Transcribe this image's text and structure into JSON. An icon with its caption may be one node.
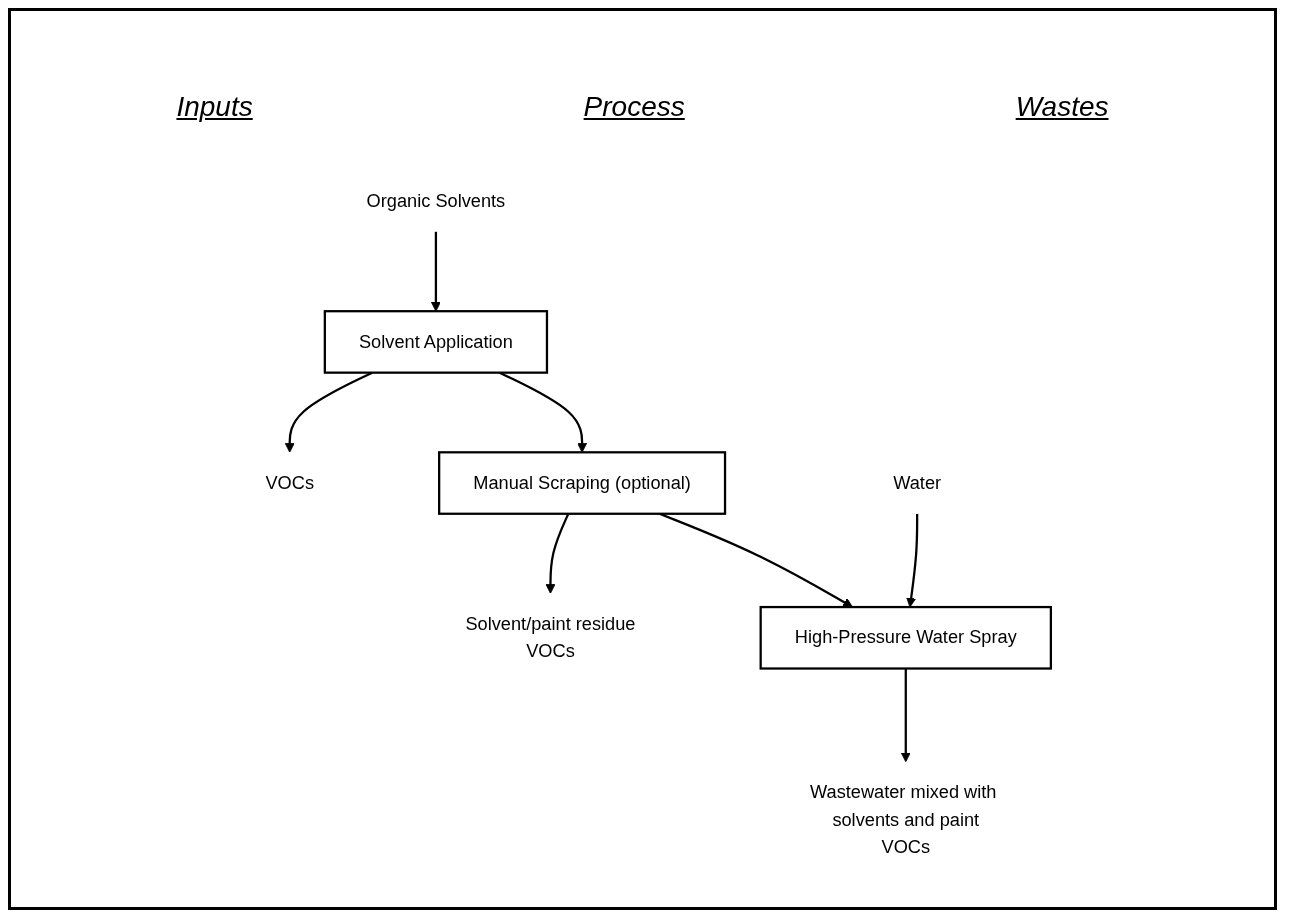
{
  "diagram": {
    "nodes": [
      {
        "text": [
          "Organic Solvents"
        ]
      },
      {
        "text": [
          "Solvent Application"
        ]
      },
      {
        "text": [
          "VOCs"
        ]
      },
      {
        "text": [
          "Manual Scraping (optional)"
        ]
      },
      {
        "text": [
          "Solvent/paint residue",
          "VOCs"
        ]
      },
      {
        "text": [
          "Water"
        ]
      },
      {
        "text": [
          "High-Pressure Water Spray"
        ]
      },
      {
        "text": [
          "Wastewater mixed with solvents and paint",
          "VOCs"
        ]
      }
    ],
    "edges": [
      {
        "from": 0,
        "to": 1,
        "arrow": "to"
      },
      {
        "from": 1,
        "to": 2,
        "arrow": "to"
      },
      {
        "from": 1,
        "to": 3,
        "arrow": "to"
      },
      {
        "from": 3,
        "to": 4,
        "arrow": "to"
      },
      {
        "from": 3,
        "to": 6,
        "arrow": "to"
      },
      {
        "from": 5,
        "to": 6,
        "arrow": "to"
      },
      {
        "from": 6,
        "to": 7,
        "arrow": "to"
      }
    ],
    "labels": [
      "Inputs",
      "Process",
      "Wastes"
    ]
  }
}
